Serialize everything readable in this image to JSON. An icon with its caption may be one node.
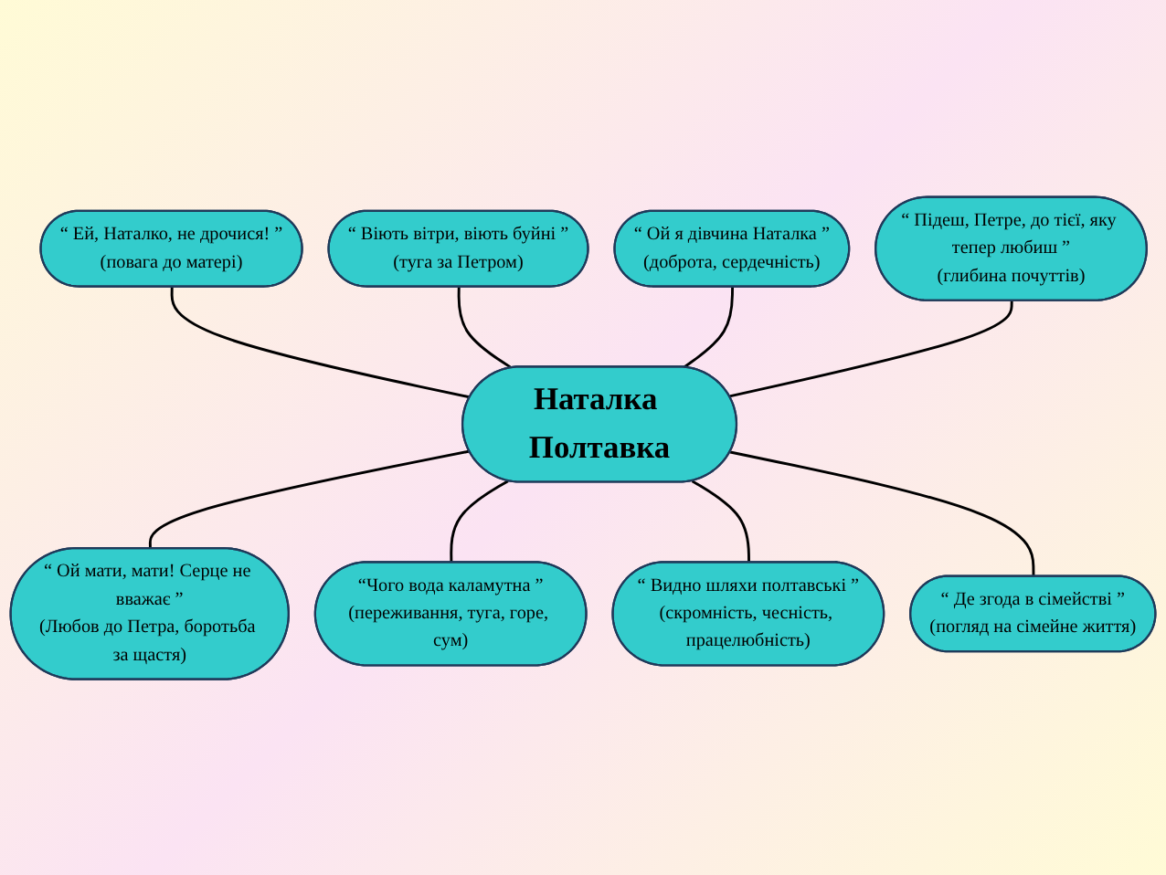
{
  "diagram": {
    "nodes": [
      {
        "text": [
          "“ Віють вітри, віють буйні ”",
          "(туга за Петром)"
        ]
      },
      {
        "text": [
          "“ Ей, Наталко, не дрочися! ”",
          "(повага до матері)"
        ]
      },
      {
        "text": [
          "“ Ой я дівчина Наталка ”",
          "(доброта, сердечність)"
        ]
      },
      {
        "text": [
          "“ Підеш, Петре, до тієї, яку тепер любиш ”",
          "(глибина почуттів)"
        ]
      },
      {
        "text": [
          "Наталка Полтавка"
        ]
      },
      {
        "text": [
          "“ Ой мати, мати! Серце не вважає ”",
          "(Любов до Петра, боротьба за щастя)"
        ]
      },
      {
        "text": [
          "“Чого вода каламутна ”",
          "(переживання, туга, горе, сум)"
        ]
      },
      {
        "text": [
          "“ Де згода в сімействі ”",
          "(погляд на сімейне життя)"
        ]
      },
      {
        "text": [
          "“ Видно шляхи полтавські ”",
          "(скромність, чесність, працелюбність)"
        ]
      }
    ],
    "edges": [
      {
        "from": 1,
        "to": 4,
        "arrow": "none"
      },
      {
        "from": 0,
        "to": 4,
        "arrow": "none"
      },
      {
        "from": 2,
        "to": 4,
        "arrow": "none"
      },
      {
        "from": 3,
        "to": 4,
        "arrow": "none"
      },
      {
        "from": 4,
        "to": 5,
        "arrow": "none"
      },
      {
        "from": 4,
        "to": 6,
        "arrow": "none"
      },
      {
        "from": 4,
        "to": 8,
        "arrow": "none"
      },
      {
        "from": 4,
        "to": 7,
        "arrow": "none"
      }
    ]
  }
}
